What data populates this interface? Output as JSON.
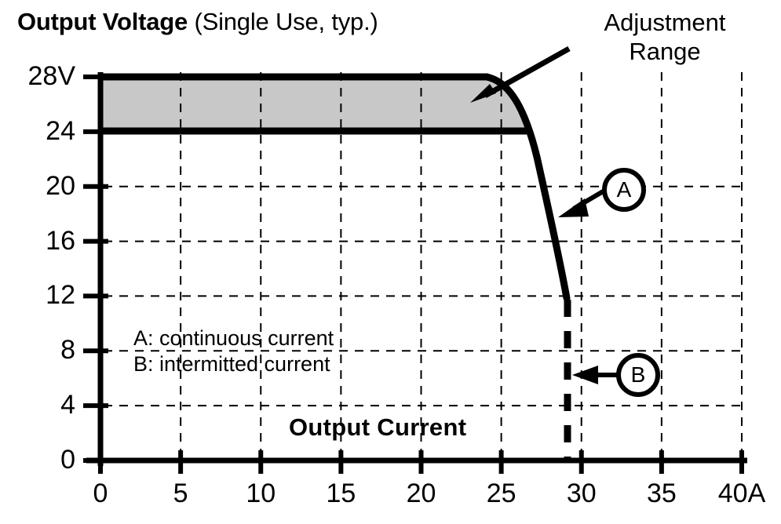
{
  "title": {
    "bold_part": "Output Voltage",
    "regular_part": "(Single Use, typ.)"
  },
  "annotations": {
    "adjustment_range_line1": "Adjustment",
    "adjustment_range_line2": "Range",
    "marker_a": "A",
    "marker_b": "B"
  },
  "legend": {
    "line_a": "A: continuous current",
    "line_b": "B: intermitted current"
  },
  "colors": {
    "shaded_band": "#c8c8c8",
    "curve": "#000000",
    "grid": "#000000",
    "axis": "#000000",
    "background": "#ffffff"
  },
  "chart_data": {
    "type": "line",
    "title": "Output Voltage (Single Use, typ.)",
    "xlabel": "Output Current",
    "ylabel": "Output Voltage",
    "xlim": [
      0,
      40
    ],
    "ylim": [
      0,
      28
    ],
    "x_unit": "A",
    "y_unit": "V",
    "grid": true,
    "legend_position": "inside-lower-left",
    "x_ticks": [
      {
        "value": 0,
        "label": "0"
      },
      {
        "value": 5,
        "label": "5"
      },
      {
        "value": 10,
        "label": "10"
      },
      {
        "value": 15,
        "label": "15"
      },
      {
        "value": 20,
        "label": "20"
      },
      {
        "value": 25,
        "label": "25"
      },
      {
        "value": 30,
        "label": "30"
      },
      {
        "value": 35,
        "label": "35"
      },
      {
        "value": 40,
        "label": "40A"
      }
    ],
    "y_ticks": [
      {
        "value": 0,
        "label": "0"
      },
      {
        "value": 4,
        "label": "4"
      },
      {
        "value": 8,
        "label": "8"
      },
      {
        "value": 12,
        "label": "12"
      },
      {
        "value": 16,
        "label": "16"
      },
      {
        "value": 20,
        "label": "20"
      },
      {
        "value": 24,
        "label": "24"
      },
      {
        "value": 28,
        "label": "28V"
      }
    ],
    "series": [
      {
        "name": "A: continuous current",
        "style": "solid-thick",
        "points": [
          {
            "x": 0,
            "y": 28
          },
          {
            "x": 24.1,
            "y": 28
          },
          {
            "x": 25.6,
            "y": 27.2
          },
          {
            "x": 26.7,
            "y": 24
          },
          {
            "x": 27.6,
            "y": 22
          },
          {
            "x": 28.2,
            "y": 20
          },
          {
            "x": 28.6,
            "y": 18
          },
          {
            "x": 28.8,
            "y": 16
          },
          {
            "x": 29.0,
            "y": 14
          },
          {
            "x": 29.3,
            "y": 12
          }
        ]
      },
      {
        "name": "B: intermitted current",
        "style": "dashed-thick",
        "points": [
          {
            "x": 29.3,
            "y": 12
          },
          {
            "x": 29.3,
            "y": 0
          }
        ]
      },
      {
        "name": "Adjustment range lower bound (24V)",
        "style": "solid-thick",
        "points": [
          {
            "x": 0,
            "y": 24
          },
          {
            "x": 26.7,
            "y": 24
          }
        ]
      }
    ],
    "shaded_region": {
      "name": "Adjustment Range",
      "y_from": 24,
      "y_to": 28,
      "x_from": 0,
      "x_to": "curve"
    },
    "annotations": [
      {
        "text": "Adjustment Range",
        "target_x": 23.5,
        "target_y": 26.5
      },
      {
        "text": "A",
        "target_x": 28.6,
        "target_y": 18.4
      },
      {
        "text": "B",
        "target_x": 29.3,
        "target_y": 6.6
      }
    ]
  }
}
